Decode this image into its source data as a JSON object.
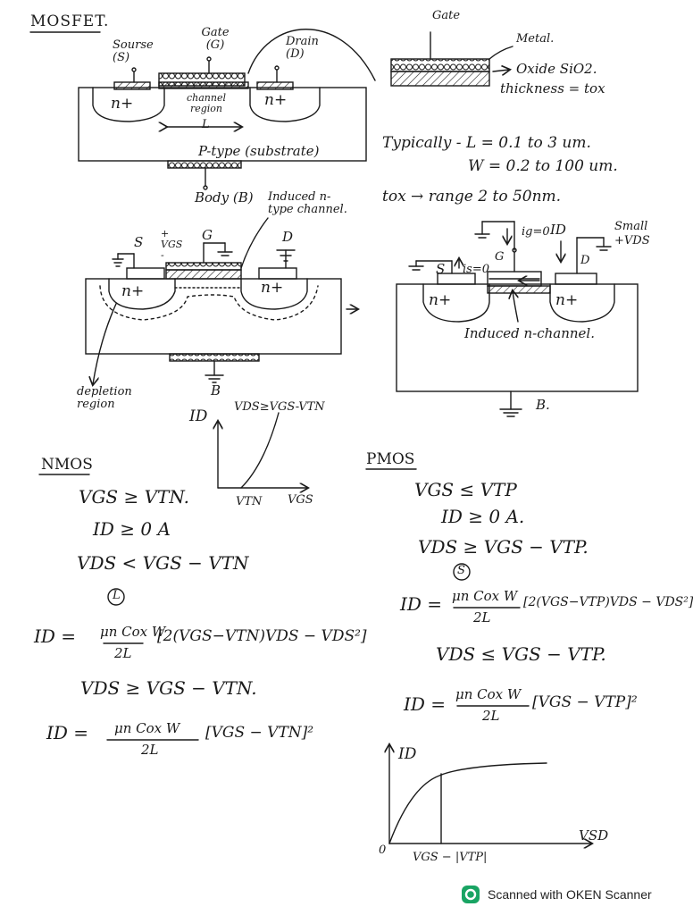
{
  "title": "MOSFET.",
  "top_diagram": {
    "source_label": "Sourse (S)",
    "gate_label": "Gate (G)",
    "drain_label": "Drain (D)",
    "n_left": "n+",
    "n_right": "n+",
    "channel_label": "channel region",
    "length_label": "L",
    "substrate_label": "P-type (substrate)",
    "body_label": "Body (B)"
  },
  "gate_detail": {
    "gate": "Gate",
    "metal": "Metal.",
    "oxide": "Oxide SiO2.",
    "thickness": "thickness = tox"
  },
  "typical": {
    "line1": "Typically - L = 0.1 to 3 um.",
    "line2": "W = 0.2 to 100 um.",
    "line3": "tox → range 2 to 50nm."
  },
  "induced_diagram": {
    "s": "S",
    "vgs": "+ VGS -",
    "g": "G",
    "d": "D",
    "n_left": "n+",
    "n_right": "n+",
    "induced": "Induced n-type channel.",
    "depletion": "depletion region",
    "b": "B"
  },
  "right_diagram": {
    "ig": "ig=0",
    "id": "ID",
    "small": "Small +VDS",
    "s": "S",
    "is": "is=0",
    "g": "G",
    "d": "D",
    "n_left": "n+",
    "n_right": "n+",
    "induced": "Induced n-channel.",
    "b": "B."
  },
  "graph1": {
    "ylabel": "ID",
    "curve_label": "VDS≥VGS-VTN",
    "x1": "VTN",
    "x2": "VGS"
  },
  "nmos": {
    "heading": "NMOS",
    "l1": "VGS ≥ VTN.",
    "l2": "ID ≥ 0 A",
    "l3": "VDS < VGS − VTN",
    "circle": "L",
    "eq1_lhs": "ID =",
    "eq1_frac_num": "μn Cox W",
    "eq1_frac_den": "2L",
    "eq1_bracket": "[2(VGS−VTN)VDS − VDS²]",
    "l4": "VDS ≥ VGS − VTN.",
    "eq2_lhs": "ID =",
    "eq2_frac_num": "μn Cox W",
    "eq2_frac_den": "2L",
    "eq2_bracket": "[VGS − VTN]²"
  },
  "pmos": {
    "heading": "PMOS",
    "l1": "VGS ≤ VTP",
    "l2": "ID ≥ 0 A.",
    "l3": "VDS ≥ VGS − VTP.",
    "circle": "S",
    "eq1_lhs": "ID =",
    "eq1_frac_num": "μn Cox W",
    "eq1_frac_den": "2L",
    "eq1_bracket": "[2(VGS−VTP)VDS − VDS²]",
    "l4": "VDS ≤ VGS − VTP.",
    "eq2_lhs": "ID =",
    "eq2_frac_num": "μn Cox W",
    "eq2_frac_den": "2L",
    "eq2_bracket": "[VGS − VTP]²"
  },
  "graph2": {
    "ylabel": "ID",
    "xlabel": "VSD",
    "origin": "0",
    "xtick": "VGS − |VTP|"
  },
  "watermark": {
    "text": "Scanned with OKEN Scanner",
    "icon": "oken-scanner-logo-icon",
    "color": "#19a463"
  }
}
